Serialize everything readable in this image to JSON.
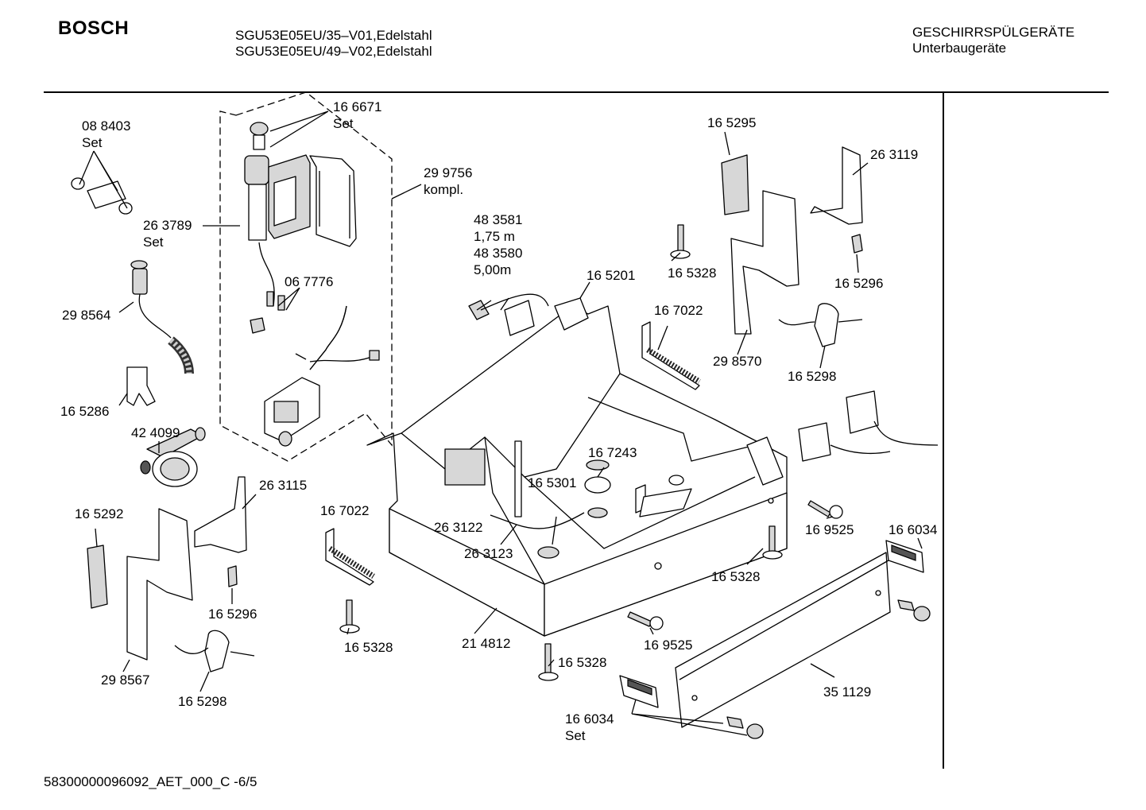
{
  "header": {
    "brand": "BOSCH",
    "model_line_1": "SGU53E05EU/35–V01,Edelstahl",
    "model_line_2": "SGU53E05EU/49–V02,Edelstahl",
    "category": "GESCHIRRSPÜLGERÄTE",
    "subcategory": "Unterbaugeräte"
  },
  "footer": {
    "doc_id": "58300000096092_AET_000_C -6/5"
  },
  "parts": [
    {
      "id": "p01",
      "text": "16 6671\nSet"
    },
    {
      "id": "p02",
      "text": "08 8403\nSet"
    },
    {
      "id": "p03",
      "text": "29 9756\nkompl."
    },
    {
      "id": "p04",
      "text": "26 3789\nSet"
    },
    {
      "id": "p05",
      "text": "06 7776"
    },
    {
      "id": "p06",
      "text": "29 8564"
    },
    {
      "id": "p07",
      "text": "16 5286"
    },
    {
      "id": "p08",
      "text": "42 4099"
    },
    {
      "id": "p09",
      "text": "26 3115"
    },
    {
      "id": "p10",
      "text": "16 5292"
    },
    {
      "id": "p11",
      "text": "16 5296"
    },
    {
      "id": "p12",
      "text": "29 8567"
    },
    {
      "id": "p13",
      "text": "16 5298"
    },
    {
      "id": "p14",
      "text": "48 3581\n1,75 m\n48 3580\n5,00m"
    },
    {
      "id": "p15",
      "text": "16 5201"
    },
    {
      "id": "p16",
      "text": "16 7022"
    },
    {
      "id": "p17",
      "text": "16 7243"
    },
    {
      "id": "p18",
      "text": "16 5301"
    },
    {
      "id": "p19",
      "text": "26 3122"
    },
    {
      "id": "p20",
      "text": "26 3123"
    },
    {
      "id": "p21",
      "text": "16 5328"
    },
    {
      "id": "p22",
      "text": "21 4812"
    },
    {
      "id": "p23",
      "text": "16 5328"
    },
    {
      "id": "p24",
      "text": "16 5295"
    },
    {
      "id": "p25",
      "text": "26 3119"
    },
    {
      "id": "p26",
      "text": "16 5328"
    },
    {
      "id": "p27",
      "text": "16 5296"
    },
    {
      "id": "p28",
      "text": "16 7022"
    },
    {
      "id": "p29",
      "text": "29 8570"
    },
    {
      "id": "p30",
      "text": "16 5298"
    },
    {
      "id": "p31",
      "text": "16 9525"
    },
    {
      "id": "p32",
      "text": "16 6034"
    },
    {
      "id": "p33",
      "text": "16 5328"
    },
    {
      "id": "p34",
      "text": "16 9525"
    },
    {
      "id": "p35",
      "text": "35 1129"
    },
    {
      "id": "p36",
      "text": "16 6034\nSet"
    }
  ]
}
